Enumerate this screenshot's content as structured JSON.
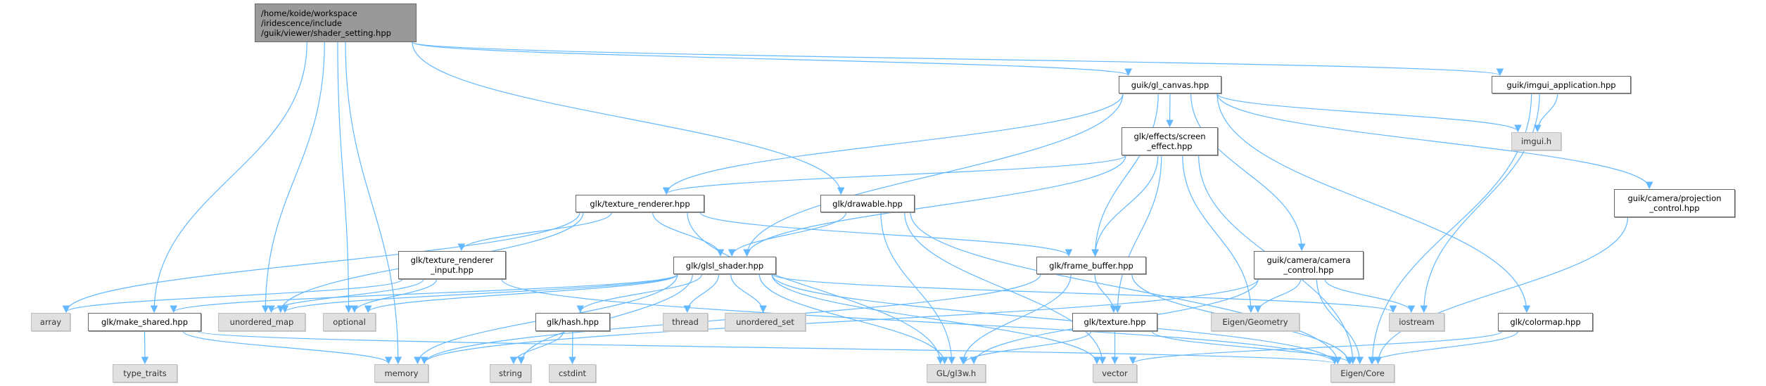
{
  "colors": {
    "edge": "#63b8ff",
    "root_fill": "#999999",
    "system_fill": "#e0e0e0",
    "local_fill": "#ffffff"
  },
  "nodes": {
    "root": {
      "lines": [
        "/home/koide/workspace",
        "/iridescence/include",
        "/guik/viewer/shader_setting.hpp"
      ],
      "kind": "root"
    },
    "gl_canvas": {
      "lines": [
        "guik/gl_canvas.hpp"
      ],
      "kind": "local"
    },
    "imgui_application": {
      "lines": [
        "guik/imgui_application.hpp"
      ],
      "kind": "local"
    },
    "imgui_h": {
      "lines": [
        "imgui.h"
      ],
      "kind": "system"
    },
    "screen_effect": {
      "lines": [
        "glk/effects/screen",
        "_effect.hpp"
      ],
      "kind": "local"
    },
    "texture_renderer": {
      "lines": [
        "glk/texture_renderer.hpp"
      ],
      "kind": "local"
    },
    "drawable": {
      "lines": [
        "glk/drawable.hpp"
      ],
      "kind": "local"
    },
    "projection_control": {
      "lines": [
        "guik/camera/projection",
        "_control.hpp"
      ],
      "kind": "local"
    },
    "texture_renderer_input": {
      "lines": [
        "glk/texture_renderer",
        "_input.hpp"
      ],
      "kind": "local"
    },
    "glsl_shader": {
      "lines": [
        "glk/glsl_shader.hpp"
      ],
      "kind": "local"
    },
    "frame_buffer": {
      "lines": [
        "glk/frame_buffer.hpp"
      ],
      "kind": "local"
    },
    "camera_control": {
      "lines": [
        "guik/camera/camera",
        "_control.hpp"
      ],
      "kind": "local"
    },
    "array": {
      "lines": [
        "array"
      ],
      "kind": "system"
    },
    "make_shared": {
      "lines": [
        "glk/make_shared.hpp"
      ],
      "kind": "local"
    },
    "unordered_map": {
      "lines": [
        "unordered_map"
      ],
      "kind": "system"
    },
    "optional": {
      "lines": [
        "optional"
      ],
      "kind": "system"
    },
    "hash": {
      "lines": [
        "glk/hash.hpp"
      ],
      "kind": "local"
    },
    "thread": {
      "lines": [
        "thread"
      ],
      "kind": "system"
    },
    "unordered_set": {
      "lines": [
        "unordered_set"
      ],
      "kind": "system"
    },
    "texture": {
      "lines": [
        "glk/texture.hpp"
      ],
      "kind": "local"
    },
    "eigen_geometry": {
      "lines": [
        "Eigen/Geometry"
      ],
      "kind": "system"
    },
    "iostream": {
      "lines": [
        "iostream"
      ],
      "kind": "system"
    },
    "colormap": {
      "lines": [
        "glk/colormap.hpp"
      ],
      "kind": "local"
    },
    "type_traits": {
      "lines": [
        "type_traits"
      ],
      "kind": "system"
    },
    "memory": {
      "lines": [
        "memory"
      ],
      "kind": "system"
    },
    "string": {
      "lines": [
        "string"
      ],
      "kind": "system"
    },
    "cstdint": {
      "lines": [
        "cstdint"
      ],
      "kind": "system"
    },
    "gl3w": {
      "lines": [
        "GL/gl3w.h"
      ],
      "kind": "system"
    },
    "vector": {
      "lines": [
        "vector"
      ],
      "kind": "system"
    },
    "eigen_core": {
      "lines": [
        "Eigen/Core"
      ],
      "kind": "system"
    }
  },
  "edges": [
    [
      "root",
      "memory"
    ],
    [
      "root",
      "make_shared"
    ],
    [
      "root",
      "unordered_map"
    ],
    [
      "root",
      "optional"
    ],
    [
      "root",
      "drawable"
    ],
    [
      "root",
      "gl_canvas"
    ],
    [
      "root",
      "imgui_application"
    ],
    [
      "gl_canvas",
      "texture_renderer"
    ],
    [
      "gl_canvas",
      "glsl_shader"
    ],
    [
      "gl_canvas",
      "screen_effect"
    ],
    [
      "gl_canvas",
      "frame_buffer"
    ],
    [
      "gl_canvas",
      "imgui_h"
    ],
    [
      "gl_canvas",
      "camera_control"
    ],
    [
      "gl_canvas",
      "colormap"
    ],
    [
      "gl_canvas",
      "projection_control"
    ],
    [
      "imgui_application",
      "imgui_h"
    ],
    [
      "imgui_application",
      "iostream"
    ],
    [
      "imgui_application",
      "eigen_core"
    ],
    [
      "screen_effect",
      "texture_renderer"
    ],
    [
      "screen_effect",
      "glsl_shader"
    ],
    [
      "screen_effect",
      "frame_buffer"
    ],
    [
      "screen_effect",
      "texture"
    ],
    [
      "screen_effect",
      "eigen_geometry"
    ],
    [
      "screen_effect",
      "eigen_core"
    ],
    [
      "texture_renderer",
      "array"
    ],
    [
      "texture_renderer",
      "unordered_map"
    ],
    [
      "texture_renderer",
      "texture_renderer_input"
    ],
    [
      "texture_renderer",
      "glsl_shader"
    ],
    [
      "texture_renderer",
      "frame_buffer"
    ],
    [
      "texture_renderer",
      "gl3w"
    ],
    [
      "drawable",
      "glsl_shader"
    ],
    [
      "drawable",
      "gl3w"
    ],
    [
      "drawable",
      "vector"
    ],
    [
      "drawable",
      "eigen_core"
    ],
    [
      "projection_control",
      "eigen_core"
    ],
    [
      "texture_renderer_input",
      "array"
    ],
    [
      "texture_renderer_input",
      "unordered_map"
    ],
    [
      "texture_renderer_input",
      "optional"
    ],
    [
      "texture_renderer_input",
      "eigen_core"
    ],
    [
      "glsl_shader",
      "make_shared"
    ],
    [
      "glsl_shader",
      "unordered_map"
    ],
    [
      "glsl_shader",
      "optional"
    ],
    [
      "glsl_shader",
      "memory"
    ],
    [
      "glsl_shader",
      "string"
    ],
    [
      "glsl_shader",
      "hash"
    ],
    [
      "glsl_shader",
      "thread"
    ],
    [
      "glsl_shader",
      "unordered_set"
    ],
    [
      "glsl_shader",
      "gl3w"
    ],
    [
      "glsl_shader",
      "vector"
    ],
    [
      "glsl_shader",
      "eigen_core"
    ],
    [
      "glsl_shader",
      "iostream"
    ],
    [
      "frame_buffer",
      "memory"
    ],
    [
      "frame_buffer",
      "texture"
    ],
    [
      "frame_buffer",
      "gl3w"
    ],
    [
      "frame_buffer",
      "eigen_core"
    ],
    [
      "camera_control",
      "memory"
    ],
    [
      "camera_control",
      "eigen_geometry"
    ],
    [
      "camera_control",
      "iostream"
    ],
    [
      "camera_control",
      "eigen_core"
    ],
    [
      "camera_control",
      "gl3w"
    ],
    [
      "make_shared",
      "type_traits"
    ],
    [
      "make_shared",
      "memory"
    ],
    [
      "make_shared",
      "eigen_core"
    ],
    [
      "hash",
      "string"
    ],
    [
      "hash",
      "cstdint"
    ],
    [
      "texture",
      "gl3w"
    ],
    [
      "texture",
      "vector"
    ],
    [
      "texture",
      "eigen_core"
    ],
    [
      "colormap",
      "vector"
    ],
    [
      "colormap",
      "eigen_core"
    ]
  ]
}
